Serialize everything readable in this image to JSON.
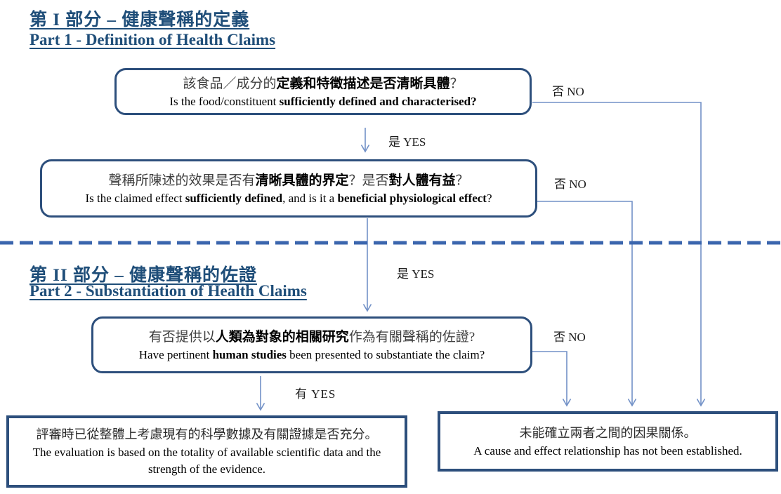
{
  "colors": {
    "title_blue": "#1F4E79",
    "box_border": "#2D4F7C",
    "connector": "#7291C7",
    "dashed_divider": "#3B66AE",
    "zh_normal_text": "#3E3E3E",
    "text_black": "#000000"
  },
  "part1": {
    "title_zh": "第 I 部分 – 健康聲稱的定義",
    "title_en": "Part 1 - Definition of Health Claims"
  },
  "part2": {
    "title_zh": "第 II 部分 – 健康聲稱的佐證",
    "title_en": "Part 2 - Substantiation of Health Claims"
  },
  "box1": {
    "zh_pre": "該食品／成分的",
    "zh_bold": "定義和特徵描述是否清晰具體",
    "zh_post": "？",
    "en_pre": "Is the food/constituent ",
    "en_bold": "sufficiently defined and characterised?"
  },
  "box2": {
    "zh_pre": "聲稱所陳述的效果是否有",
    "zh_bold1": "清晰具體的界定",
    "zh_mid": "？是否",
    "zh_bold2": "對人體有益",
    "zh_post": "？",
    "en_pre": "Is the claimed effect ",
    "en_bold1": "sufficiently defined",
    "en_mid": ", and is it a ",
    "en_bold2": "beneficial physiological effect",
    "en_post": "?"
  },
  "box3": {
    "zh_pre": "有否提供以",
    "zh_bold": "人類為對象的相關研究",
    "zh_post": "作為有關聲稱的佐證?",
    "en_pre": "Have pertinent ",
    "en_bold": "human studies",
    "en_post": " been presented to substantiate the claim?"
  },
  "labels": {
    "yes1": "是 YES",
    "yes2": "是 YES",
    "yes3": "有  YES",
    "no1": "否  NO",
    "no2": "否  NO",
    "no3": "否  NO"
  },
  "result_yes": {
    "zh": "評審時已從整體上考慮現有的科學數據及有關證據是否充分。",
    "en": "The evaluation is based on the totality of available scientific data and the strength of the evidence."
  },
  "result_no": {
    "zh": "未能確立兩者之間的因果關係。",
    "en": "A cause and effect relationship has not been established."
  }
}
